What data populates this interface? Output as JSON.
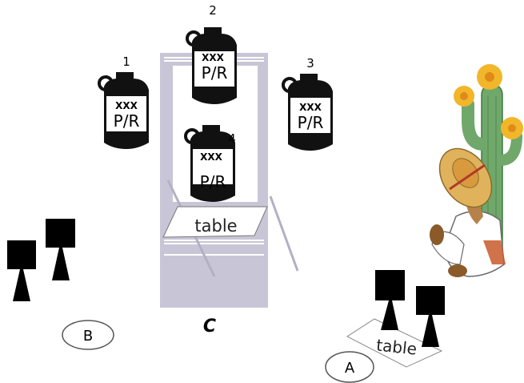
{
  "jugs": [
    {
      "number": "1",
      "line1": "XXX",
      "line2": "P/R"
    },
    {
      "number": "2",
      "line1": "XXX",
      "line2": "P/R"
    },
    {
      "number": "3",
      "line1": "XXX",
      "line2": "P/R"
    },
    {
      "number": "4",
      "line1": "XXX",
      "line2": "P/R"
    }
  ],
  "shelf_table_label": "table",
  "floor_table_label": "table",
  "labels": {
    "a": "A",
    "b": "B",
    "c": "C"
  },
  "colors": {
    "shelf": "#c8c6d6",
    "jug_body": "#111111",
    "jug_label": "#ffffff",
    "marker": "#000000",
    "cactus": "#6fa86a",
    "flower": "#f2b62a",
    "sombrero": "#e0b25c"
  },
  "icons": [
    "jug-icon",
    "table-marker-icon",
    "cactus-icon",
    "sleeping-man-icon"
  ]
}
